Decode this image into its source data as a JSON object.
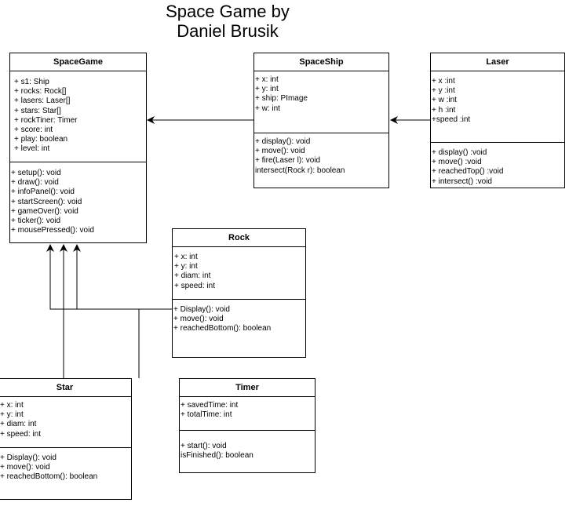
{
  "title": [
    "Space Game by",
    "Daniel Brusik"
  ],
  "classes": {
    "spacegame": {
      "name": "SpaceGame",
      "attributes": [
        "+ s1: Ship",
        "+ rocks: Rock[]",
        "+ lasers: Laser[]",
        "+ stars: Star[]",
        "+ rockTiner: Timer",
        "+ score: int",
        "+ play: boolean",
        "+ level: int"
      ],
      "operations": [
        "+ setup(): void",
        "+ draw(): void",
        "+ infoPanel(): void",
        "+ startScreen(): void",
        "+ gameOver(): void",
        "+ ticker(): void",
        "+ mousePressed(): void"
      ]
    },
    "spaceship": {
      "name": "SpaceShip",
      "attributes": [
        "+ x: int",
        "+ y: int",
        "+ ship: PImage",
        "+ w: int"
      ],
      "operations": [
        "+ display(): void",
        "+ move(): void",
        "+ fire(Laser l): void",
        "intersect(Rock r): boolean"
      ]
    },
    "laser": {
      "name": "Laser",
      "attributes": [
        "+ x :int",
        "+ y :int",
        "+ w :int",
        "+ h :int",
        "+speed :int"
      ],
      "operations": [
        "+ display() :void",
        "+ move() :void",
        "+ reachedTop() :void",
        "+ intersect() :void"
      ]
    },
    "rock": {
      "name": "Rock",
      "attributes": [
        "+ x: int",
        "+ y: int",
        "+ diam: int",
        "+ speed: int"
      ],
      "operations": [
        "+ Display(): void",
        "+ move(): void",
        "+ reachedBottom(): boolean"
      ]
    },
    "star": {
      "name": "Star",
      "attributes": [
        "+ x: int",
        "+ y: int",
        "+ diam: int",
        "+ speed: int"
      ],
      "operations": [
        "+ Display(): void",
        "+ move(): void",
        "+ reachedBottom(): boolean"
      ]
    },
    "timer": {
      "name": "Timer",
      "attributes": [
        "+ savedTime: int",
        "+ totalTime: int"
      ],
      "operations": [
        "+ start(): void",
        "isFinished(): boolean"
      ]
    }
  }
}
